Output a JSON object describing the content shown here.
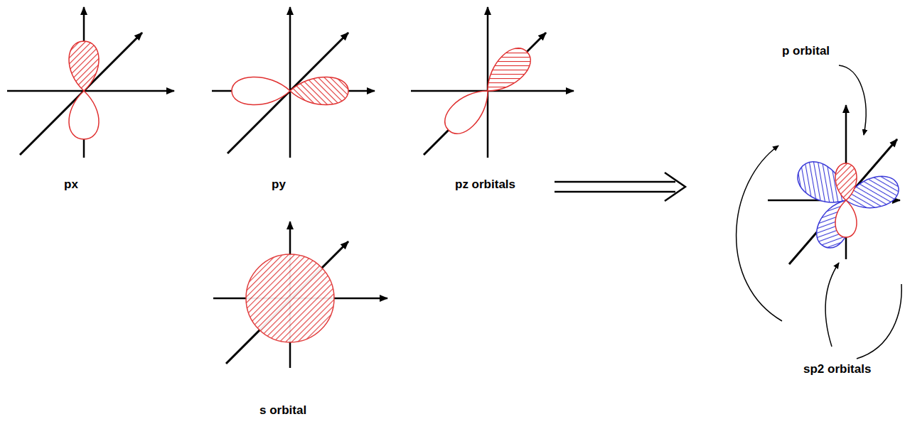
{
  "diagram": {
    "labels": [
      "px",
      "py",
      "pz orbitals",
      "s orbital",
      "p orbital",
      "sp2 orbitals"
    ]
  }
}
